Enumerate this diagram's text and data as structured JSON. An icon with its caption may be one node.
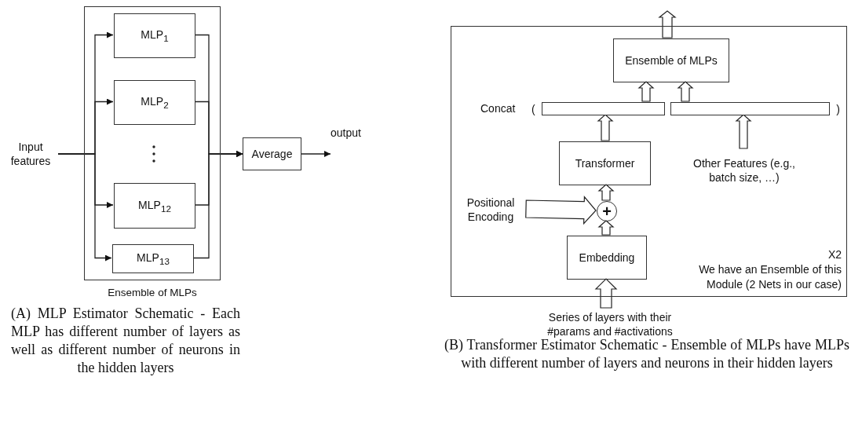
{
  "diagram": {
    "nodes": [
      {
        "text": [
          "Ensemble of MLPs"
        ]
      },
      {
        "text": [
          "MLP$_{1}$"
        ],
        "in": 0
      },
      {
        "text": [
          "MLP$_{2}$"
        ],
        "in": 0
      },
      {
        "text": [
          "MLP$_{12}$"
        ],
        "in": 0
      },
      {
        "text": [
          "MLP$_{13}$"
        ],
        "in": 0
      },
      {
        "text": [
          "Input features"
        ]
      },
      {
        "text": [
          "Average"
        ]
      },
      {
        "text": [
          "X2",
          "We have an Ensemble of this Module (2 Nets in our case)"
        ]
      },
      {
        "text": [
          "Ensemble of MLPs"
        ],
        "in": 7
      },
      {
        "text": [],
        "shape": "bar",
        "in": 7,
        "beside": [
          "("
        ]
      },
      {
        "text": [],
        "shape": "bar",
        "in": 7,
        "beside": [
          ")"
        ]
      },
      {
        "text": [
          "Transformer"
        ],
        "in": 7
      },
      {
        "text": [
          "Other Features (e.g., batch size, …)"
        ],
        "in": 7
      },
      {
        "text": [
          "+"
        ],
        "in": 7
      },
      {
        "text": [
          "Positional Encoding"
        ],
        "in": 7
      },
      {
        "text": [
          "Embedding"
        ],
        "in": 7
      },
      {
        "text": [
          "Series of layers with their #params and #activations"
        ]
      },
      {
        "text": [
          "output"
        ]
      }
    ],
    "edges": [
      {
        "from": 5,
        "to": 1,
        "arrow": "to"
      },
      {
        "from": 5,
        "to": 2,
        "arrow": "to"
      },
      {
        "from": 5,
        "to": 3,
        "arrow": "to"
      },
      {
        "from": 5,
        "to": 4,
        "arrow": "to"
      },
      {
        "from": 1,
        "to": 6,
        "arrow": "to"
      },
      {
        "from": 2,
        "to": 6,
        "arrow": "to"
      },
      {
        "from": 3,
        "to": 6,
        "arrow": "to"
      },
      {
        "from": 4,
        "to": 6,
        "arrow": "to"
      },
      {
        "from": 6,
        "to": 17,
        "arrow": "to"
      },
      {
        "from": 16,
        "to": 15,
        "arrow": "to"
      },
      {
        "from": 15,
        "to": 13,
        "arrow": "to"
      },
      {
        "from": 14,
        "to": 13,
        "arrow": "to"
      },
      {
        "from": 13,
        "to": 11,
        "arrow": "to"
      },
      {
        "from": 11,
        "to": 9,
        "arrow": "to"
      },
      {
        "from": 12,
        "to": 10,
        "arrow": "to"
      },
      {
        "from": 9,
        "to": 8,
        "arrow": "to"
      },
      {
        "from": 10,
        "to": 8,
        "arrow": "to"
      },
      {
        "from": 8,
        "to": null,
        "arrow": "to"
      }
    ],
    "labels": [
      "Concat",
      "(A) MLP Estimator Schematic - Each MLP has different number of layers as well as different number of neurons in the hidden layers",
      "(B) Transformer Estimator Schematic - Ensemble of MLPs have MLPs with different number of layers and neurons in their hidden layers"
    ]
  }
}
